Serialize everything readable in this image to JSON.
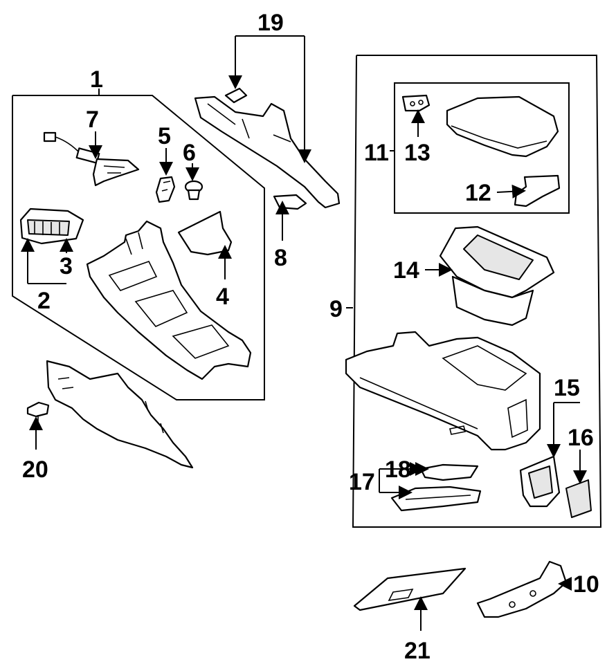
{
  "callouts": {
    "c1": "1",
    "c2": "2",
    "c3": "3",
    "c4": "4",
    "c5": "5",
    "c6": "6",
    "c7": "7",
    "c8": "8",
    "c9": "9",
    "c10": "10",
    "c11": "11",
    "c12": "12",
    "c13": "13",
    "c14": "14",
    "c15": "15",
    "c16": "16",
    "c17": "17",
    "c18": "18",
    "c19": "19",
    "c20": "20",
    "c21": "21"
  },
  "colors": {
    "ink": "#000000",
    "paper": "#ffffff",
    "shade": "#e6e6e6"
  }
}
